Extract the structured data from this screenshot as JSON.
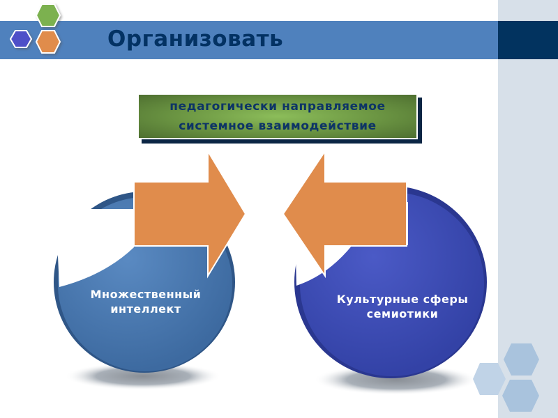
{
  "slide": {
    "title": "Организовать",
    "banner": {
      "line1": "педагогически направляемое",
      "line2": "системное взаимодействие"
    },
    "left_circle": {
      "line1": "Множественный",
      "line2": "интеллект",
      "color": "#4a79b0"
    },
    "right_circle": {
      "line1": "Культурные сферы",
      "line2": "семиотики",
      "color": "#3f4fb8"
    },
    "arrows": {
      "left_arrow_direction": "right",
      "right_arrow_direction": "left",
      "color": "#e08c4c"
    }
  },
  "theme": {
    "title_bar": "#4f81bd",
    "title_bar_dark": "#02335f",
    "right_panel": "#d7e0e9",
    "hex_blue": "#4e50c8",
    "hex_green": "#7cb150",
    "hex_orange": "#e08c4c"
  }
}
